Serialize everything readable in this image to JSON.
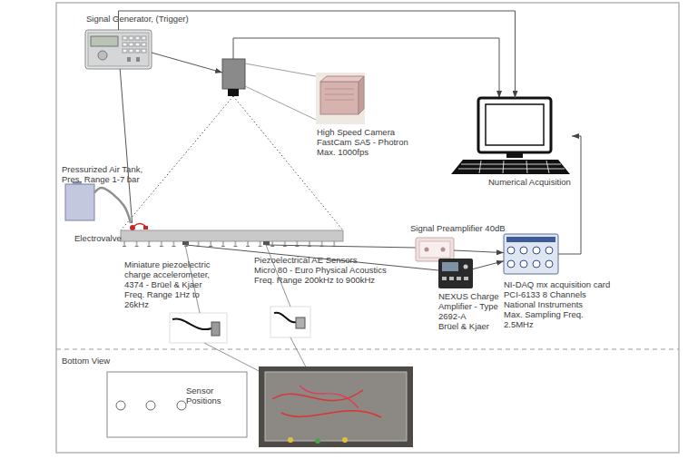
{
  "diagram": {
    "nodes": [
      {
        "text": [
          "Signal Generator, (Trigger)"
        ]
      },
      {
        "text": [
          "Pressurized Air Tank,",
          "Pres. Range 1-7 bar"
        ]
      },
      {
        "text": [
          "High Speed Camera",
          "FastCam SA5 - Photron",
          "Max. 1000fps"
        ]
      },
      {
        "text": [
          "Numerical Acquisition"
        ]
      },
      {
        "text": [
          "Electrovalve"
        ]
      },
      {
        "text": [
          "Signal Preamplifier 40dB"
        ]
      },
      {
        "text": [
          "NEXUS Charge Amplifier - Type 2692-A",
          "Brüel & Kjaer"
        ]
      },
      {
        "text": [
          "NI-DAQ mx acquisition card",
          "PCI-6133 8 Channels",
          "National Instruments",
          "Max. Sampling Freq. 2.5MHz"
        ]
      },
      {
        "text": [
          "Miniature piezoelectric charge accelerometer,",
          "4374 - Brüel & Kjaer",
          "Freq. Range 1Hz to 26kHz"
        ]
      },
      {
        "text": [
          "Piezoelectrical AE Sensors",
          "Micro 80 - Euro Physical Acoustics",
          "Freq. Range 200kHz to 900kHz"
        ]
      }
    ],
    "edges": [
      {
        "from": 0,
        "to": 3,
        "arrow": "to"
      },
      {
        "from": 0,
        "to": 4,
        "arrow": "none"
      },
      {
        "from": 1,
        "to": 4,
        "arrow": "none"
      },
      {
        "from": 5,
        "to": 7,
        "arrow": "to"
      },
      {
        "from": 6,
        "to": 7,
        "arrow": "to"
      },
      {
        "from": 7,
        "to": 3,
        "arrow": "to"
      }
    ],
    "labels": [
      "Bottom View",
      "Sensor Positions"
    ]
  }
}
